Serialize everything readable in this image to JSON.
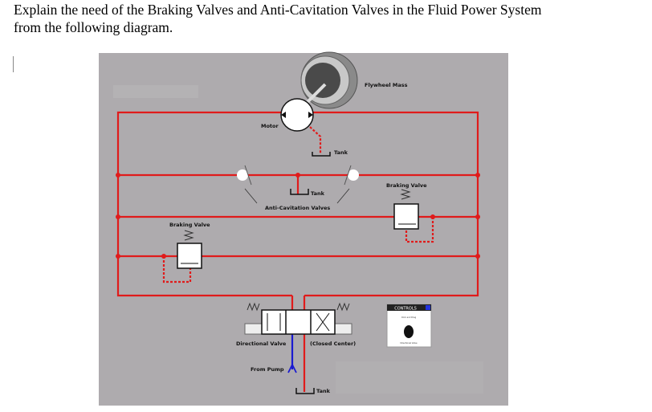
{
  "question": {
    "line1": "Explain the need of the Braking Valves and Anti-Cavitation Valves in the Fluid Power System",
    "line2": "from the following diagram."
  },
  "diagram": {
    "labels": {
      "flywheel": "Flywheel Mass",
      "motor": "Motor",
      "tank_top": "Tank",
      "tank_mid": "Tank",
      "anti_cavitation": "Anti-Cavitation Valves",
      "braking_right": "Braking Valve",
      "braking_left": "Braking Valve",
      "directional": "Directional Valve",
      "closed_center": "(Closed Center)",
      "from_pump": "From Pump",
      "tank_bottom": "Tank"
    },
    "controls": {
      "title": "CONTROLS",
      "hint": "Click and Drag",
      "knob_label": "Directional Valve"
    },
    "colors": {
      "pressure_line": "#e01b1b",
      "pump_line": "#1a1ad0",
      "background": "#aeabae"
    }
  }
}
